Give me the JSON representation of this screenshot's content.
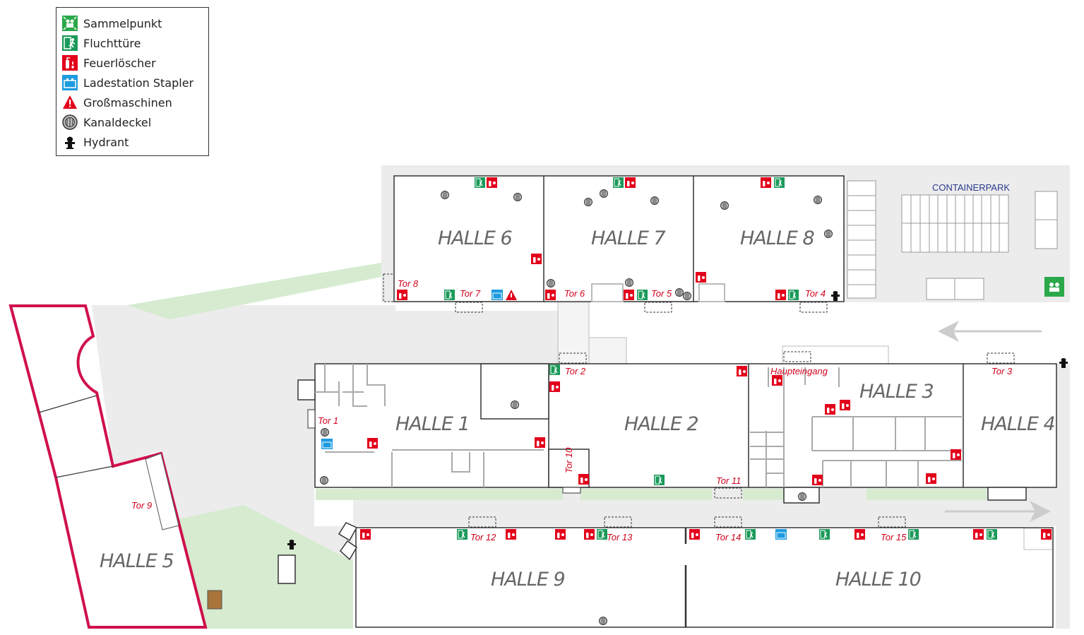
{
  "legend": {
    "items": [
      {
        "icon": "assembly-point-icon",
        "label": "Sammelpunkt",
        "color": "#2aa84a"
      },
      {
        "icon": "emergency-exit-icon",
        "label": "Fluchttüre",
        "color": "#1a9a5a"
      },
      {
        "icon": "fire-extinguisher-icon",
        "label": "Feuerlöscher",
        "color": "#e3001b"
      },
      {
        "icon": "forklift-charging-icon",
        "label": "Ladestation Stapler",
        "color": "#1e9be0"
      },
      {
        "icon": "large-machinery-warning-icon",
        "label": "Großmaschinen",
        "color": "#e3001b"
      },
      {
        "icon": "manhole-cover-icon",
        "label": "Kanaldeckel",
        "color": "#555555"
      },
      {
        "icon": "hydrant-icon",
        "label": "Hydrant",
        "color": "#111111"
      }
    ]
  },
  "halls": {
    "h1": "HALLE 1",
    "h2": "HALLE 2",
    "h3": "HALLE 3",
    "h4": "HALLE 4",
    "h5": "HALLE 5",
    "h6": "HALLE 6",
    "h7": "HALLE 7",
    "h8": "HALLE 8",
    "h9": "HALLE 9",
    "h10": "HALLE 10"
  },
  "gates": {
    "tor1": "Tor 1",
    "tor2": "Tor 2",
    "tor3": "Tor 3",
    "tor4": "Tor 4",
    "tor5": "Tor 5",
    "tor6": "Tor 6",
    "tor7": "Tor 7",
    "tor8": "Tor 8",
    "tor9": "Tor 9",
    "tor10": "Tor 10",
    "tor11": "Tor 11",
    "tor12": "Tor 12",
    "tor13": "Tor 13",
    "tor14": "Tor 14",
    "tor15": "Tor 15",
    "main_entrance": "Haupteingang"
  },
  "containerpark": "CONTAINERPARK",
  "colors": {
    "wall": "#333333",
    "ground": "#ececec",
    "green_area": "#cfe8c8",
    "halle5_border": "#d0104c",
    "gate_text": "#d0021b",
    "exit_green": "#1a9a5a",
    "extinguisher_red": "#e3001b",
    "charging_blue": "#1e9be0"
  }
}
